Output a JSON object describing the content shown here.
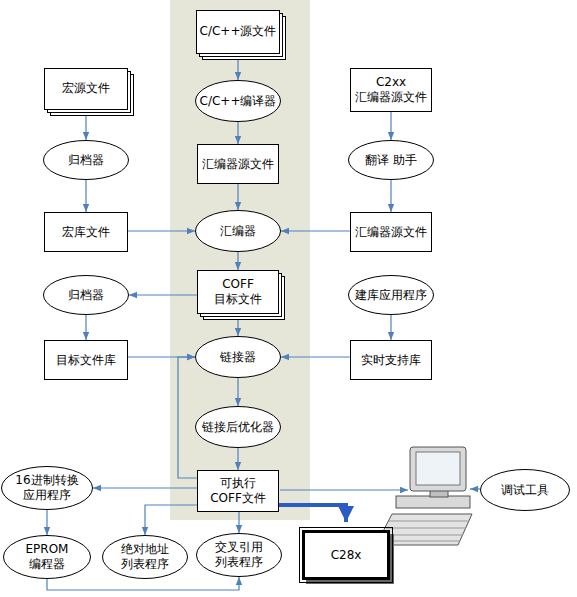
{
  "diagram": {
    "nodes": [
      {
        "text": [
          "C/C++源文件"
        ]
      },
      {
        "text": [
          "C/C++编译器"
        ]
      },
      {
        "text": [
          "汇编器源文件"
        ]
      },
      {
        "text": [
          "汇编器"
        ]
      },
      {
        "text": [
          "COFF 目标文件"
        ]
      },
      {
        "text": [
          "链接器"
        ]
      },
      {
        "text": [
          "链接后优化器"
        ]
      },
      {
        "text": [
          "可执行 COFF文件"
        ]
      },
      {
        "text": [
          "宏源文件"
        ]
      },
      {
        "text": [
          "归档器"
        ]
      },
      {
        "text": [
          "宏库文件"
        ]
      },
      {
        "text": [
          "归档器"
        ]
      },
      {
        "text": [
          "目标文件库"
        ]
      },
      {
        "text": [
          "C2xx 汇编器源文件"
        ]
      },
      {
        "text": [
          "翻译 助手"
        ]
      },
      {
        "text": [
          "汇编器源文件"
        ]
      },
      {
        "text": [
          "建库应用程序"
        ]
      },
      {
        "text": [
          "实时支持库"
        ]
      },
      {
        "text": [
          "16进制转换 应用程序"
        ]
      },
      {
        "text": [
          "EPROM 编程器"
        ]
      },
      {
        "text": [
          "绝对地址 列表程序"
        ]
      },
      {
        "text": [
          "交叉引用 列表程序"
        ]
      },
      {
        "text": [
          "C28x"
        ]
      },
      {
        "text": [
          "调试工具"
        ]
      }
    ],
    "edges": [
      {
        "from": 0,
        "to": 1,
        "arrow": "to"
      },
      {
        "from": 1,
        "to": 2,
        "arrow": "to"
      },
      {
        "from": 2,
        "to": 3,
        "arrow": "to"
      },
      {
        "from": 3,
        "to": 4,
        "arrow": "to"
      },
      {
        "from": 4,
        "to": 5,
        "arrow": "to"
      },
      {
        "from": 5,
        "to": 6,
        "arrow": "to"
      },
      {
        "from": 6,
        "to": 7,
        "arrow": "to"
      },
      {
        "from": 7,
        "to": 5,
        "arrow": "to"
      },
      {
        "from": 8,
        "to": 9,
        "arrow": "to"
      },
      {
        "from": 9,
        "to": 10,
        "arrow": "to"
      },
      {
        "from": 10,
        "to": 3,
        "arrow": "to"
      },
      {
        "from": 13,
        "to": 14,
        "arrow": "to"
      },
      {
        "from": 14,
        "to": 15,
        "arrow": "to"
      },
      {
        "from": 15,
        "to": 3,
        "arrow": "to"
      },
      {
        "from": 4,
        "to": 11,
        "arrow": "to"
      },
      {
        "from": 11,
        "to": 12,
        "arrow": "to"
      },
      {
        "from": 12,
        "to": 5,
        "arrow": "to"
      },
      {
        "from": 16,
        "to": 17,
        "arrow": "to"
      },
      {
        "from": 17,
        "to": 5,
        "arrow": "to"
      },
      {
        "from": 7,
        "to": 18,
        "arrow": "to"
      },
      {
        "from": 18,
        "to": 19,
        "arrow": "to"
      },
      {
        "from": 7,
        "to": 20,
        "arrow": "to"
      },
      {
        "from": 7,
        "to": 21,
        "arrow": "to"
      },
      {
        "from": 7,
        "to": 22,
        "arrow": "to"
      },
      {
        "from": 19,
        "to": 21,
        "arrow": "to"
      }
    ]
  }
}
